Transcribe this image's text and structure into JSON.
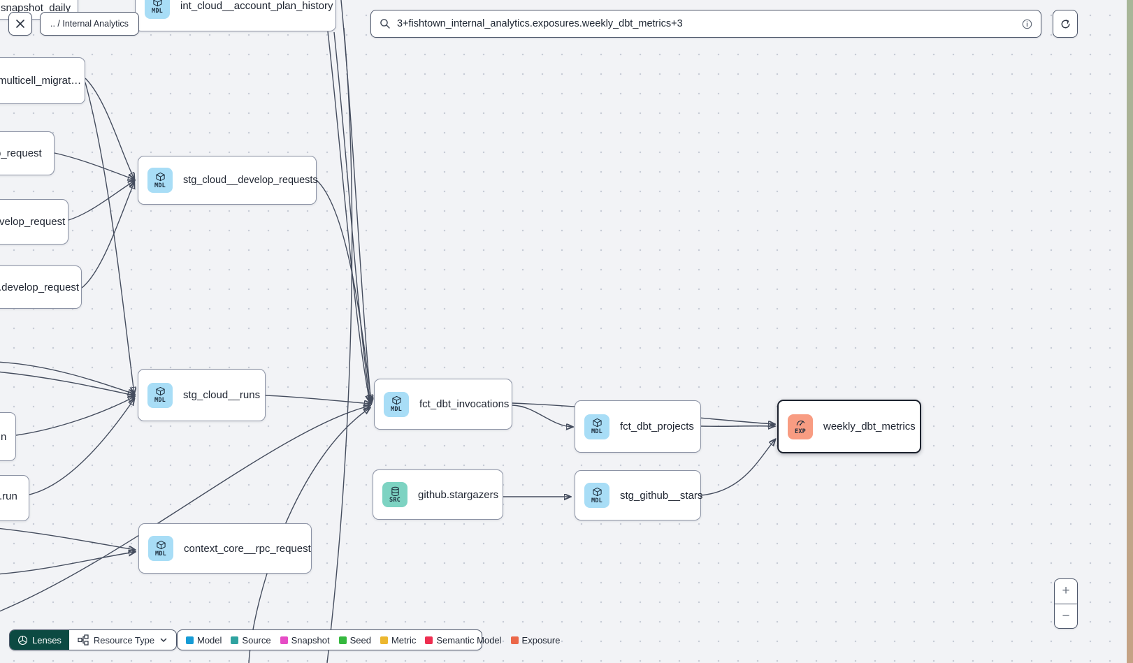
{
  "header": {
    "breadcrumb": ".. / Internal Analytics",
    "search_value": "3+fishtown_internal_analytics.exposures.weekly_dbt_metrics+3"
  },
  "nodes": {
    "snapshot_daily": {
      "label": "snapshot_daily"
    },
    "int_cloud_account_plan_history": {
      "label": "int_cloud__account_plan_history",
      "badge": "MDL"
    },
    "multicell_migration": {
      "label": "multicell_migrat…"
    },
    "p_request": {
      "label": "p_request"
    },
    "velop_request": {
      "label": "velop_request"
    },
    "develop_request": {
      "label": ".develop_request"
    },
    "n_partial": {
      "label": "n"
    },
    "run_partial": {
      "label": ".run"
    },
    "stg_cloud_develop_requests": {
      "label": "stg_cloud__develop_requests",
      "badge": "MDL"
    },
    "stg_cloud_runs": {
      "label": "stg_cloud__runs",
      "badge": "MDL"
    },
    "fct_dbt_invocations": {
      "label": "fct_dbt_invocations",
      "badge": "MDL"
    },
    "fct_dbt_projects": {
      "label": "fct_dbt_projects",
      "badge": "MDL"
    },
    "weekly_dbt_metrics": {
      "label": "weekly_dbt_metrics",
      "badge": "EXP"
    },
    "github_stargazers": {
      "label": "github.stargazers",
      "badge": "SRC"
    },
    "stg_github_stars": {
      "label": "stg_github__stars",
      "badge": "MDL"
    },
    "context_core_rpc_request": {
      "label": "context_core__rpc_request",
      "badge": "MDL"
    }
  },
  "footer": {
    "lenses_label": "Lenses",
    "resource_type_label": "Resource Type",
    "legend": [
      {
        "label": "Model",
        "color": "#169bd5"
      },
      {
        "label": "Source",
        "color": "#2fa3a0"
      },
      {
        "label": "Snapshot",
        "color": "#e64cc5"
      },
      {
        "label": "Seed",
        "color": "#35b83e"
      },
      {
        "label": "Metric",
        "color": "#ecb72f"
      },
      {
        "label": "Semantic Model",
        "color": "#ee2e50"
      },
      {
        "label": "Exposure",
        "color": "#eb6749"
      }
    ]
  },
  "zoom_controls": {
    "zoom_in": "+",
    "zoom_out": "−"
  },
  "colors": {
    "model_badge": "#a8ddf6",
    "source_badge": "#7dd3c2",
    "exposure_badge": "#f89c82",
    "lenses_dark": "#0c4a42",
    "edge": "#454d5e",
    "canvas": "#f2f3f6"
  }
}
